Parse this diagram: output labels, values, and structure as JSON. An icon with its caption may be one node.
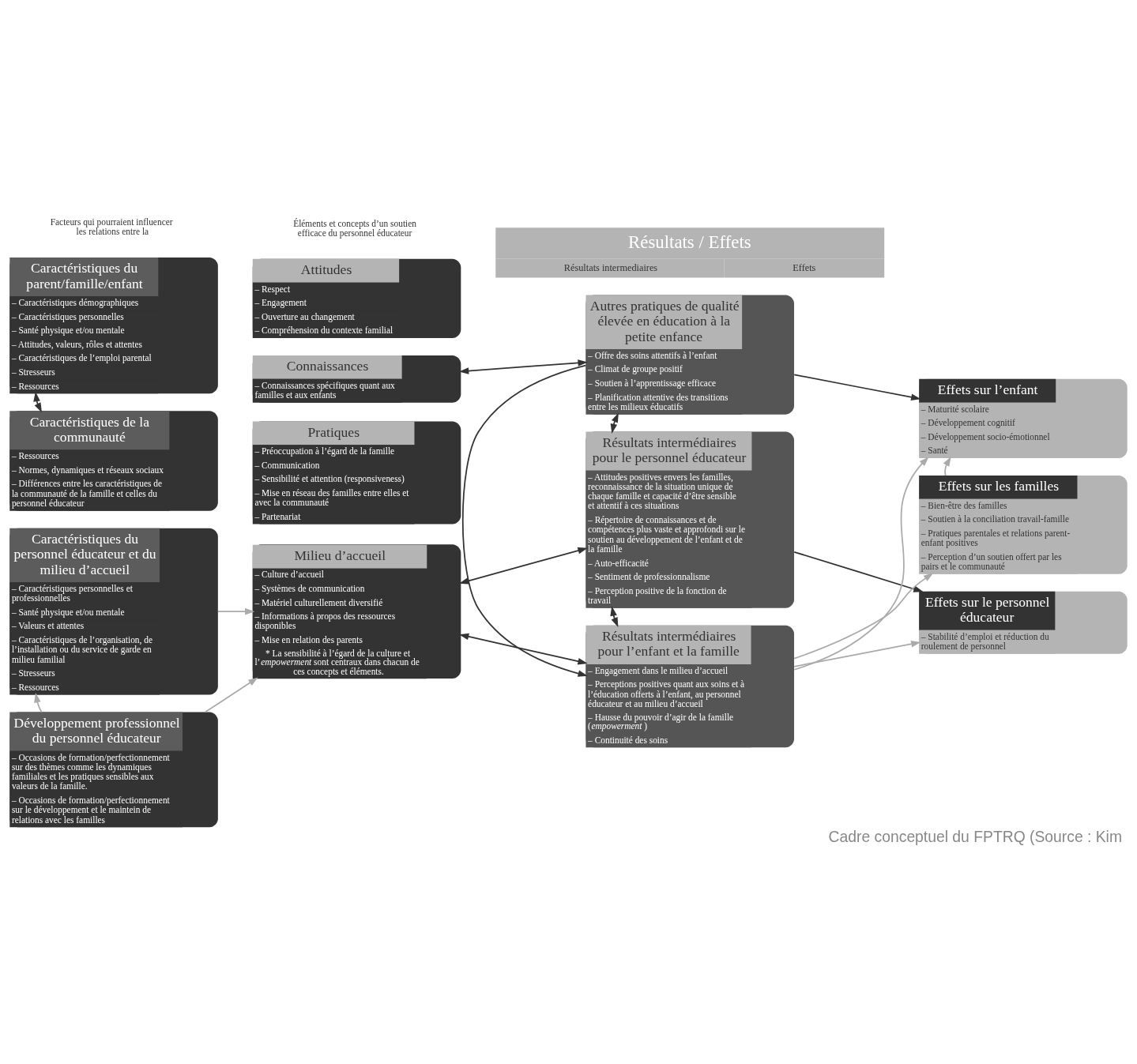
{
  "diagram": {
    "caption": "Cadre conceptuel du FPTRQ (Source : Kim",
    "nodes": [
      {
        "text": [
          "Résultats / Effets",
          "Résultats intermediaires",
          "Effets"
        ]
      },
      {
        "text": [
          "Caractéristiques du parent/famille/enfant",
          "– Caractéristiques démographiques",
          "– Caractéristiques personnelles",
          "– Santé physique et/ou mentale",
          "– Attitudes, valeurs, rôles et attentes",
          "– Caractéristiques de l’emploi parental",
          "– Stresseurs",
          "– Ressources"
        ]
      },
      {
        "text": [
          "Caractéristiques de la communauté",
          "– Ressources",
          "– Normes, dynamiques et réseaux sociaux",
          "– Différences entre les caractéristiques de la communauté de la famille et celles du personnel éducateur"
        ]
      },
      {
        "text": [
          "Caractéristiques du personnel éducateur et du milieu d’accueil",
          "– Caractéristiques personnelles et professionnelles",
          "– Santé physique et/ou mentale",
          "– Valeurs et attentes",
          "– Caractéristiques de l’organisation, de l’installation ou du service de garde en milieu familial",
          "– Stresseurs",
          "– Ressources"
        ]
      },
      {
        "text": [
          "Développement professionnel du personnel éducateur",
          "– Occasions de formation/perfectionnement sur des thèmes comme les dynamiques familiales et les pratiques sensibles aux valeurs de la famille.",
          "– Occasions de formation/perfectionnement sur le développement et le maintein de relations avec les familles"
        ]
      },
      {
        "text": [
          "Attitudes",
          "– Respect",
          "– Engagement",
          "– Ouverture au changement",
          "– Compréhension du contexte familial"
        ]
      },
      {
        "text": [
          "Connaissances",
          "– Connaissances spécifiques quant aux familles et aux enfants"
        ]
      },
      {
        "text": [
          "Pratiques",
          "– Préoccupation à l’égard de la famille",
          "– Communication",
          "– Sensibilité et attention (responsiveness)",
          "– Mise en réseau des familles entre elles et avec la communauté",
          "– Partenariat"
        ]
      },
      {
        "text": [
          "Milieu d’accueil",
          "– Culture d’accueil",
          "– Systèmes de communication",
          "– Matériel culturellement diversifié",
          "– Informations à propos des ressources disponibles",
          "– Mise en relation des parents",
          "* La sensibilité à l’égard de la culture et l’*empowerment* sont centraux dans chacun de ces concepts et éléments."
        ]
      },
      {
        "text": [
          "Autres pratiques de qualité élevée en éducation à la petite enfance",
          "– Offre des soins attentifs à l’enfant",
          "– Climat de groupe positif",
          "– Soutien à l’apprentissage efficace",
          "– Planification attentive des transitions entre les milieux éducatifs"
        ]
      },
      {
        "text": [
          "Résultats intermédiaires pour le personnel éducateur",
          "– Attitudes positives envers les familles, reconnaissance de la situation unique de chaque famille et capacité d’être sensible et attentif à ces situations",
          "– Répertoire de connaissances et de compétences plus vaste et approfondi sur le soutien au développement de l’enfant et de la famille",
          "– Auto-efficacité",
          "– Sentiment de professionnalisme",
          "– Perception positive de la fonction de travail"
        ]
      },
      {
        "text": [
          "Résultats intermédiaires pour l’enfant et la famille",
          "– Engagement dans le milieu d’accueil",
          "– Perceptions positives quant aux soins et à l’éducation offerts à l’enfant, au personnel éducateur et au milieu d’accueil",
          "– Hausse du pouvoir d’agir de la famille (*empowerment*)",
          "– Continuité des soins"
        ]
      },
      {
        "text": [
          "Effets sur l’enfant",
          "– Maturité scolaire",
          "– Développement cognitif",
          "– Développement socio-émotionnel",
          "– Santé"
        ]
      },
      {
        "text": [
          "Effets sur les familles",
          "– Bien-être des familles",
          "– Soutien à la conciliation travail-famille",
          "– Pratiques parentales et relations parent-enfant positives",
          "– Perception d’un soutien offert par les pairs et le communauté"
        ]
      },
      {
        "text": [
          "Effets sur le personnel éducateur",
          "– Stabilité d’emploi et réduction du roulement de personnel"
        ]
      }
    ],
    "edges": [
      {
        "from": 1,
        "to": 2,
        "arrow": "both"
      },
      {
        "from": 3,
        "to": 8,
        "arrow": "to",
        "color": "#aaaaaa"
      },
      {
        "from": 4,
        "to": 3,
        "arrow": "to",
        "color": "#aaaaaa"
      },
      {
        "from": 4,
        "to": 8,
        "arrow": "to",
        "color": "#aaaaaa"
      },
      {
        "from": 6,
        "to": 9,
        "arrow": "both"
      },
      {
        "from": 9,
        "to": 12,
        "arrow": "to"
      },
      {
        "from": 9,
        "to": 10,
        "arrow": "both"
      },
      {
        "from": 9,
        "to": 11,
        "arrow": "to"
      },
      {
        "from": 8,
        "to": 10,
        "arrow": "both"
      },
      {
        "from": 10,
        "to": 11,
        "arrow": "both"
      },
      {
        "from": 10,
        "to": 14,
        "arrow": "to"
      },
      {
        "from": 8,
        "to": 11,
        "arrow": "both"
      },
      {
        "from": 11,
        "to": 12,
        "arrow": "to",
        "color": "#aaaaaa"
      },
      {
        "from": 11,
        "to": 13,
        "arrow": "to",
        "color": "#aaaaaa"
      },
      {
        "from": 11,
        "to": 14,
        "arrow": "to",
        "color": "#aaaaaa"
      },
      {
        "from": 13,
        "to": 12,
        "arrow": "to",
        "color": "#aaaaaa"
      }
    ],
    "labels": [
      "Facteurs qui pourraient influencer les relations entre la",
      "Éléments et concepts d’un soutien efficace du personnel éducateur"
    ]
  }
}
